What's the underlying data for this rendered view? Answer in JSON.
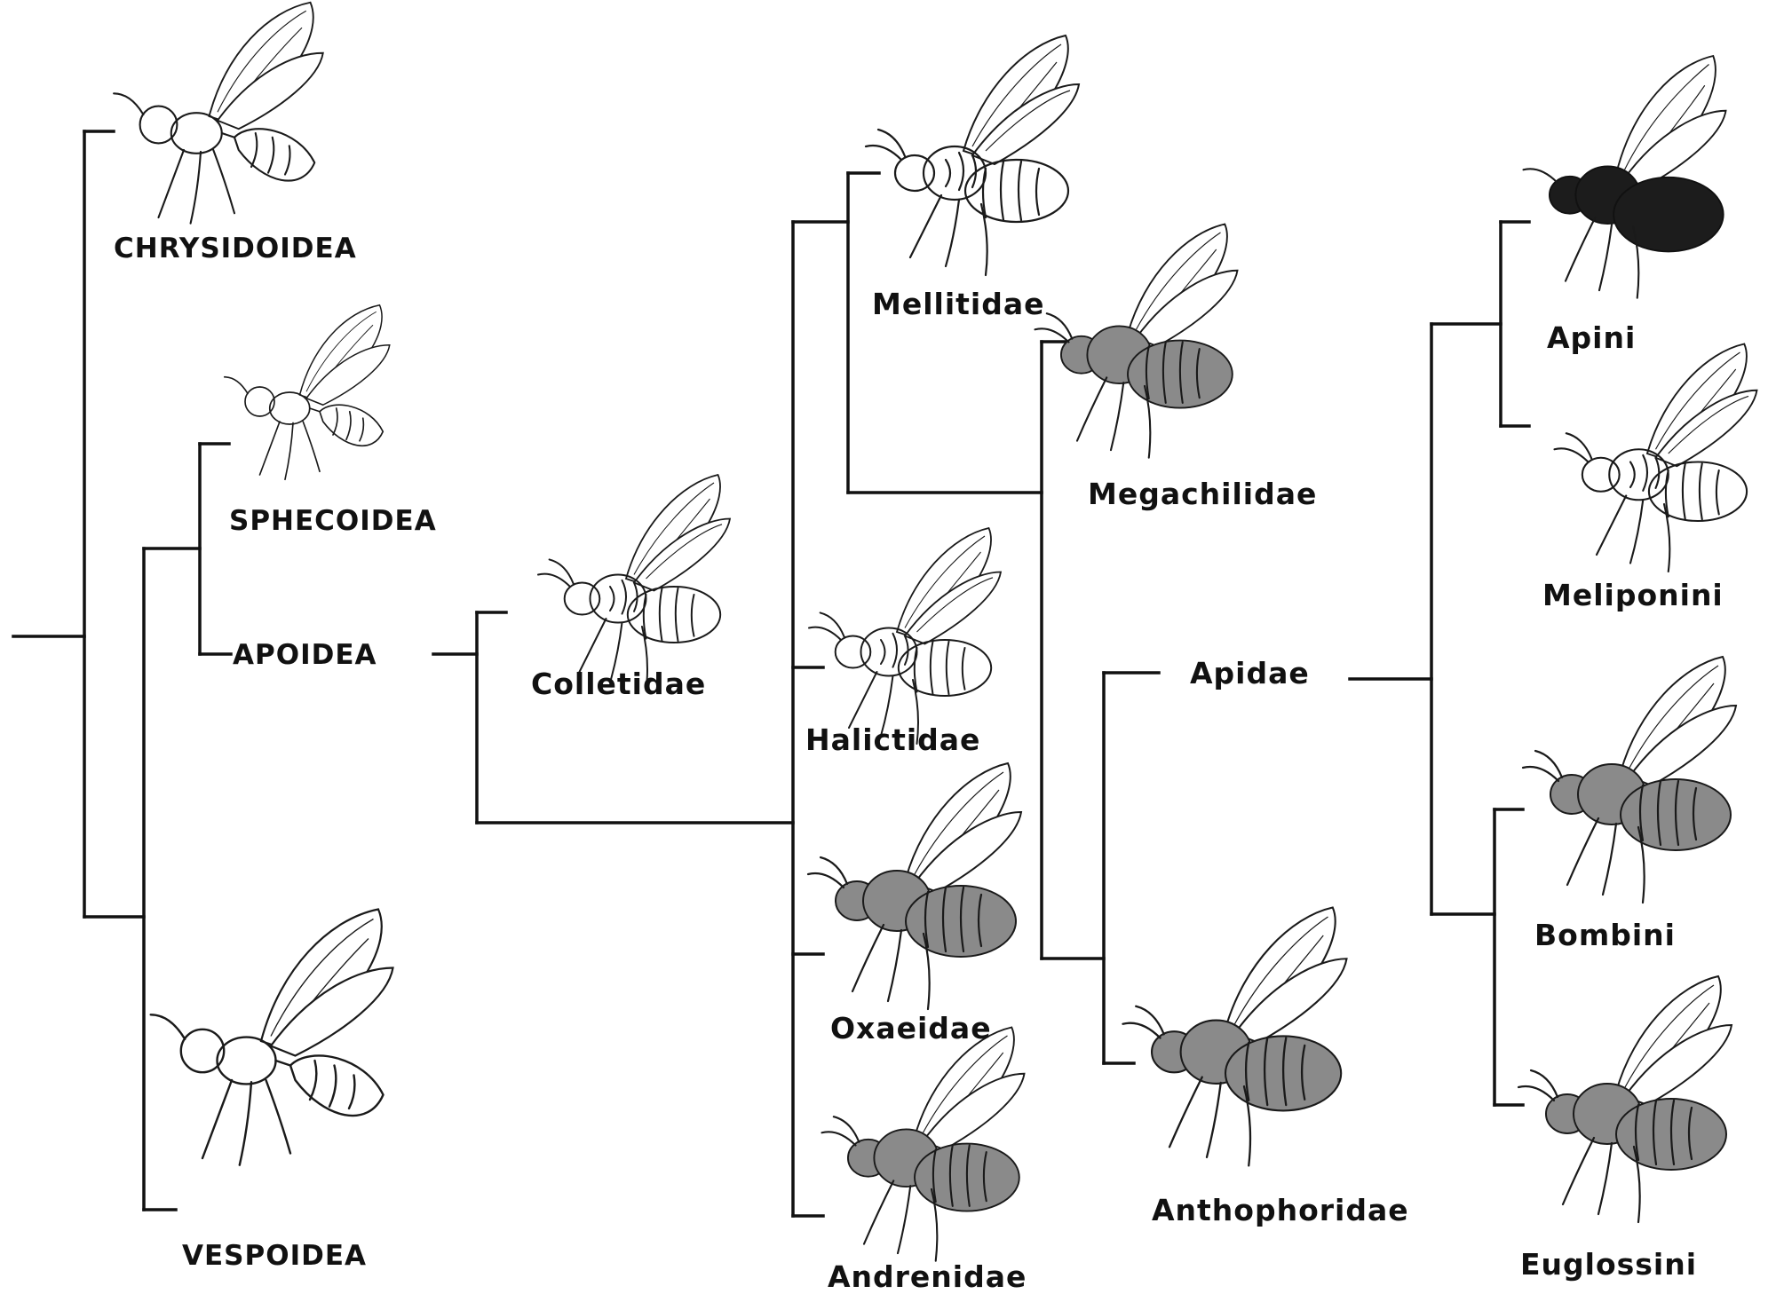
{
  "labels": {
    "chrysidoidea": "CHRYSIDOIDEA",
    "sphecoidea": "SPHECOIDEA",
    "apoidea": "APOIDEA",
    "vespoidea": "VESPOIDEA",
    "colletidae": "Colletidae",
    "mellitidae": "Mellitidae",
    "halictidae": "Halictidae",
    "oxaeidae": "Oxaeidae",
    "andrenidae": "Andrenidae",
    "megachilidae": "Megachilidae",
    "apidae": "Apidae",
    "anthophoridae": "Anthophoridae",
    "apini": "Apini",
    "meliponini": "Meliponini",
    "bombini": "Bombini",
    "euglossini": "Euglossini"
  },
  "illustrations": [
    "chrysidoidea-wasp-icon",
    "sphecoidea-wasp-icon",
    "vespoidea-wasp-icon",
    "colletidae-bee-icon",
    "mellitidae-bee-icon",
    "halictidae-bee-icon",
    "oxaeidae-bee-icon",
    "andrenidae-bee-icon",
    "megachilidae-bee-icon",
    "anthophoridae-bee-icon",
    "apini-bee-icon",
    "meliponini-bee-icon",
    "bombini-bee-icon",
    "euglossini-bee-icon"
  ],
  "colors": {
    "background": "#ffffff",
    "ink": "#111111"
  }
}
